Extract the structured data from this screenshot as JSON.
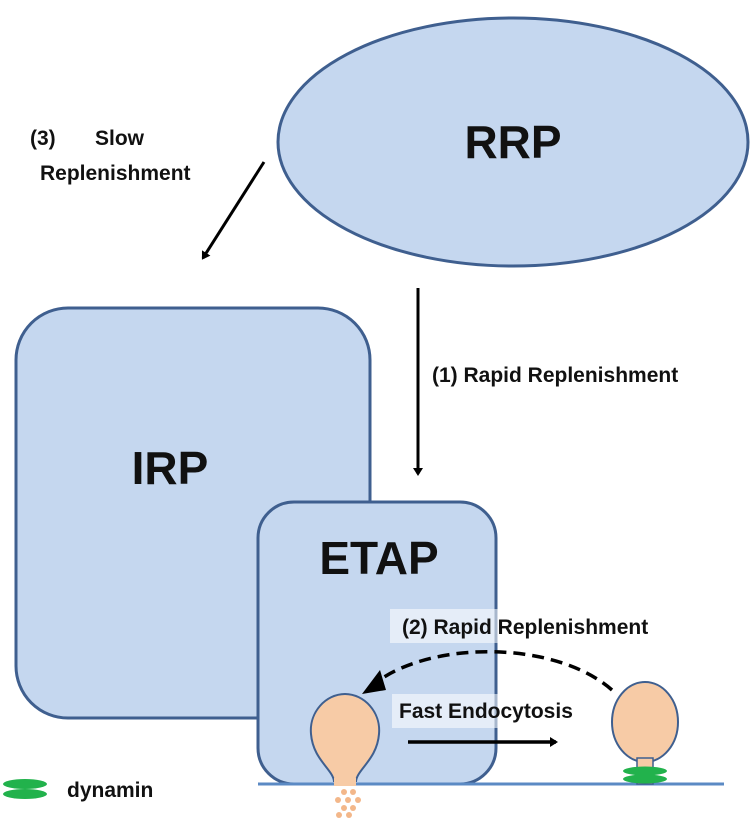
{
  "pools": {
    "rrp": "RRP",
    "irp": "IRP",
    "etap": "ETAP"
  },
  "pathways": {
    "slow_number": "(3)",
    "slow_line1": "Slow",
    "slow_line2": "Replenishment",
    "rapid1": "(1)  Rapid Replenishment",
    "rapid2": "(2) Rapid Replenishment",
    "fast_endocytosis": "Fast Endocytosis"
  },
  "legend": {
    "dynamin": "dynamin"
  },
  "colors": {
    "pool_fill": "#c5d7ef",
    "pool_stroke": "#3f5f8f",
    "vesicle_fill": "#f7cba6",
    "vesicle_stroke": "#3f5f8f",
    "dynamin": "#22b24c",
    "membrane": "#5b8ac4"
  }
}
